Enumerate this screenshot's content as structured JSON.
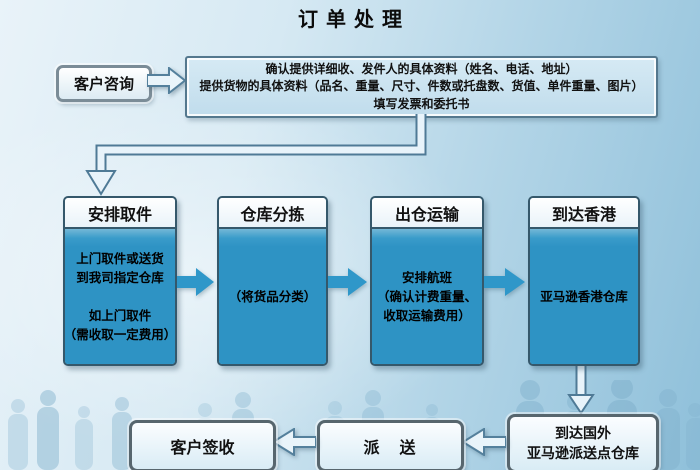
{
  "title": "订单处理",
  "flow": {
    "inquiry_label": "客户咨询",
    "details_lines": [
      "确认提供详细收、发件人的具体资料（姓名、电话、地址）",
      "提供货物的具体资料（品名、重量、尺寸、件数或托盘数、货值、单件重量、图片）",
      "填写发票和委托书"
    ],
    "columns": [
      {
        "header": "安排取件",
        "body": "上门取件或送货\n到我司指定仓库\n\n如上门取件\n（需收取一定费用）"
      },
      {
        "header": "仓库分拣",
        "body": "（将货品分类）"
      },
      {
        "header": "出仓运输",
        "body": "安排航班\n（确认计费重量、\n收取运输费用）"
      },
      {
        "header": "到达香港",
        "body": "亚马逊香港仓库"
      }
    ],
    "bottom": [
      {
        "label": "客户签收"
      },
      {
        "label": "派　送"
      },
      {
        "label": "到达国外\n亚马逊派送点仓库"
      }
    ]
  },
  "icons": {
    "right_outline_arrow": "arrow-right-icon",
    "right_solid_arrow": "arrow-right-icon",
    "left_outline_arrow": "arrow-left-icon",
    "down_outline_arrow": "arrow-down-icon"
  },
  "colors": {
    "column_blue": "#2e93c4",
    "box_border_dark": "#35586b",
    "details_fill": "#cbe2f0",
    "outline_arrow_fill": "#e9f4fa",
    "outline_arrow_stroke": "#54809c",
    "background_deep_blue": "#8fc0da",
    "background_light": "#e9f3f9"
  }
}
